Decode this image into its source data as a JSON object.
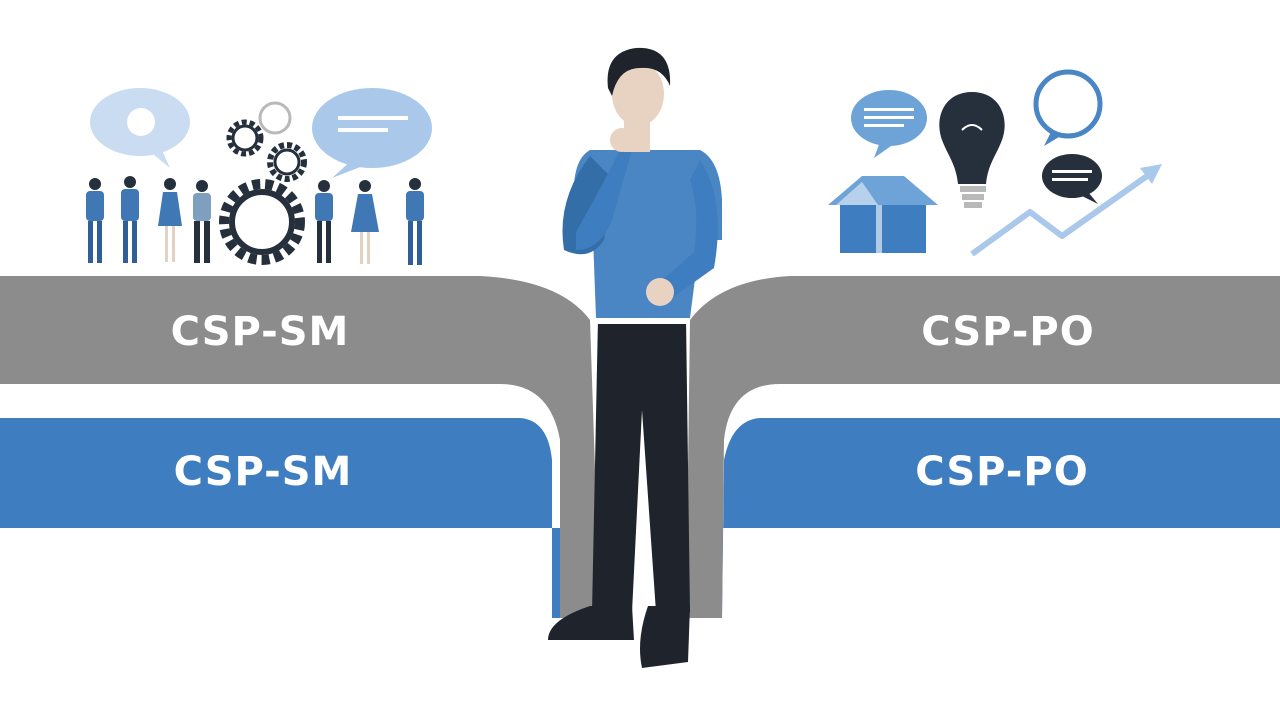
{
  "bands": {
    "gray_left": "CSP-SM",
    "gray_right": "CSP-PO",
    "blue_left": "CSP-SM",
    "blue_right": "CSP-PO"
  },
  "icons": {
    "left_group": [
      "speech-bubble-icon",
      "gear-icon",
      "people-group-icon"
    ],
    "right_group": [
      "speech-bubble-icon",
      "lightbulb-icon",
      "open-box-icon",
      "growth-arrow-icon"
    ],
    "center": "thinking-person-figure"
  },
  "colors": {
    "gray_band": "#8c8c8c",
    "blue_band": "#3e7dbf",
    "accent_light_blue": "#a9c8ea",
    "dark_navy": "#2b3442",
    "shirt_blue": "#4a86c4"
  }
}
